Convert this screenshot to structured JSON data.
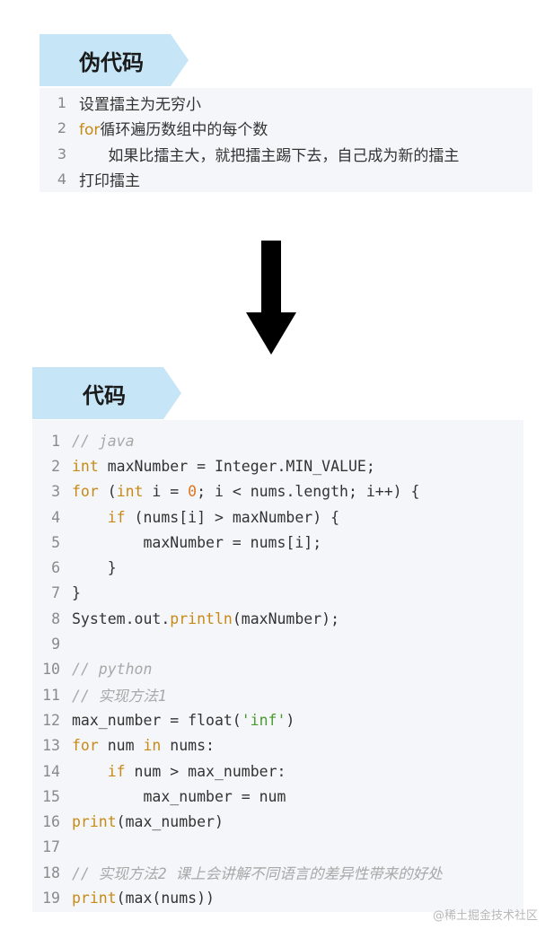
{
  "pseudo": {
    "title": "伪代码",
    "lines": [
      {
        "n": "1",
        "parts": [
          {
            "t": "设置擂主为无穷小",
            "c": ""
          }
        ]
      },
      {
        "n": "2",
        "parts": [
          {
            "t": "for",
            "c": "kw"
          },
          {
            "t": "循环遍历数组中的每个数",
            "c": ""
          }
        ]
      },
      {
        "n": "3",
        "parts": [
          {
            "t": "      如果比擂主大，就把擂主踢下去，自己成为新的擂主",
            "c": ""
          }
        ]
      },
      {
        "n": "4",
        "parts": [
          {
            "t": "打印擂主",
            "c": ""
          }
        ]
      }
    ]
  },
  "arrow_icon": "down-arrow",
  "code": {
    "title": "代码",
    "lines": [
      {
        "n": "1",
        "parts": [
          {
            "t": "// java",
            "c": "cm"
          }
        ]
      },
      {
        "n": "2",
        "parts": [
          {
            "t": "int",
            "c": "kw"
          },
          {
            "t": " maxNumber = Integer.MIN_VALUE;",
            "c": ""
          }
        ]
      },
      {
        "n": "3",
        "parts": [
          {
            "t": "for",
            "c": "kw"
          },
          {
            "t": " (",
            "c": ""
          },
          {
            "t": "int",
            "c": "kw"
          },
          {
            "t": " i = ",
            "c": ""
          },
          {
            "t": "0",
            "c": "num"
          },
          {
            "t": "; i < nums.length; i++) {",
            "c": ""
          }
        ]
      },
      {
        "n": "4",
        "parts": [
          {
            "t": "    ",
            "c": ""
          },
          {
            "t": "if",
            "c": "kw"
          },
          {
            "t": " (nums[i] > maxNumber) {",
            "c": ""
          }
        ]
      },
      {
        "n": "5",
        "parts": [
          {
            "t": "        maxNumber = nums[i];",
            "c": ""
          }
        ]
      },
      {
        "n": "6",
        "parts": [
          {
            "t": "    }",
            "c": ""
          }
        ]
      },
      {
        "n": "7",
        "parts": [
          {
            "t": "}",
            "c": ""
          }
        ]
      },
      {
        "n": "8",
        "parts": [
          {
            "t": "System.out.",
            "c": ""
          },
          {
            "t": "println",
            "c": "kw"
          },
          {
            "t": "(maxNumber);",
            "c": ""
          }
        ]
      },
      {
        "n": "9",
        "parts": [
          {
            "t": "",
            "c": ""
          }
        ]
      },
      {
        "n": "10",
        "parts": [
          {
            "t": "// python",
            "c": "cm"
          }
        ]
      },
      {
        "n": "11",
        "parts": [
          {
            "t": "// 实现方法1",
            "c": "cm"
          }
        ]
      },
      {
        "n": "12",
        "parts": [
          {
            "t": "max_number = float(",
            "c": ""
          },
          {
            "t": "'inf'",
            "c": "str"
          },
          {
            "t": ")",
            "c": ""
          }
        ]
      },
      {
        "n": "13",
        "parts": [
          {
            "t": "for",
            "c": "kw"
          },
          {
            "t": " num ",
            "c": ""
          },
          {
            "t": "in",
            "c": "kw"
          },
          {
            "t": " nums:",
            "c": ""
          }
        ]
      },
      {
        "n": "14",
        "parts": [
          {
            "t": "    ",
            "c": ""
          },
          {
            "t": "if",
            "c": "kw"
          },
          {
            "t": " num > max_number:",
            "c": ""
          }
        ]
      },
      {
        "n": "15",
        "parts": [
          {
            "t": "        max_number = num",
            "c": ""
          }
        ]
      },
      {
        "n": "16",
        "parts": [
          {
            "t": "print",
            "c": "kw"
          },
          {
            "t": "(max_number)",
            "c": ""
          }
        ]
      },
      {
        "n": "17",
        "parts": [
          {
            "t": "",
            "c": ""
          }
        ]
      },
      {
        "n": "18",
        "parts": [
          {
            "t": "// 实现方法2 课上会讲解不同语言的差异性带来的好处",
            "c": "cm"
          }
        ]
      },
      {
        "n": "19",
        "parts": [
          {
            "t": "print",
            "c": "kw"
          },
          {
            "t": "(max(nums))",
            "c": ""
          }
        ]
      }
    ]
  },
  "watermark": "@稀土掘金技术社区"
}
